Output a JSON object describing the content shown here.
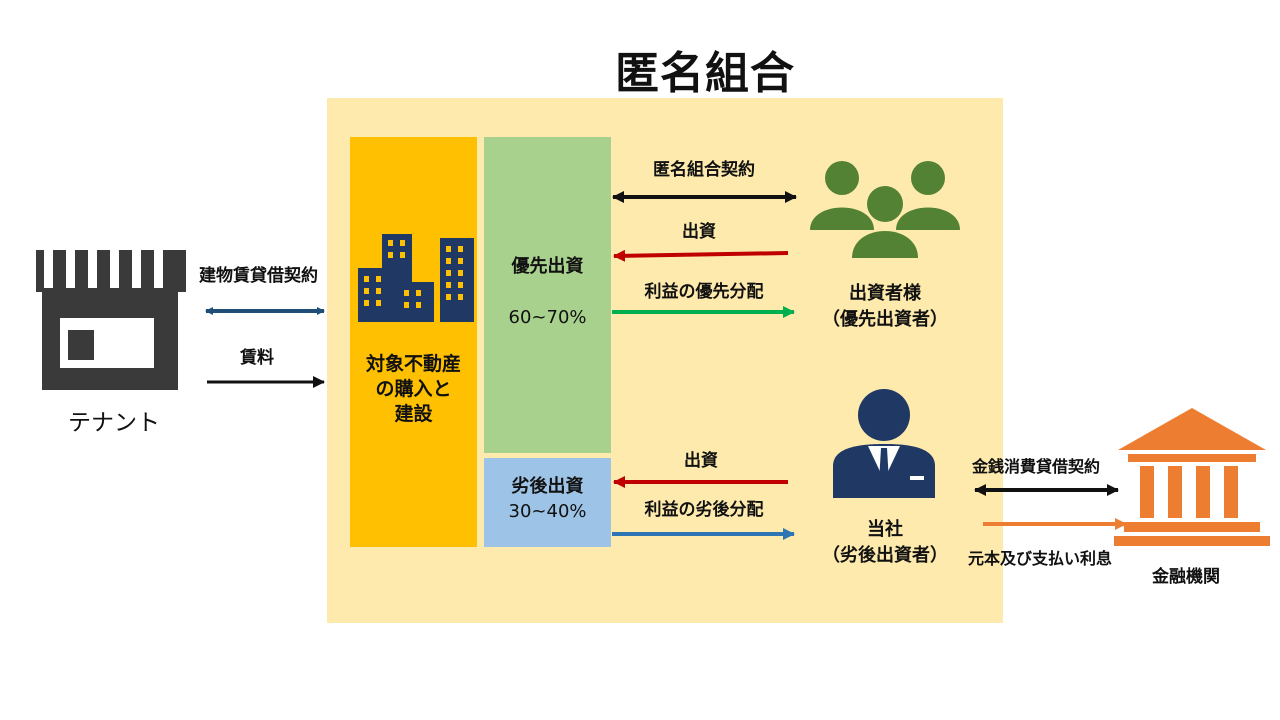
{
  "title": "匿名組合",
  "tenant": {
    "label": "テナント",
    "lease_contract_label": "建物賃貸借契約",
    "rent_label": "賃料"
  },
  "property": {
    "label_line1": "対象不動産",
    "label_line2": "の購入と",
    "label_line3": "建設"
  },
  "senior": {
    "label": "優先出資",
    "ratio": "60~70%"
  },
  "junior": {
    "label": "劣後出資",
    "ratio": "30~40%"
  },
  "investors": {
    "contract_label": "匿名組合契約",
    "investment_label": "出資",
    "distribution_label": "利益の優先分配",
    "name_line1": "出資者様",
    "name_line2": "（優先出資者）"
  },
  "company": {
    "investment_label": "出資",
    "distribution_label": "利益の劣後分配",
    "name_line1": "当社",
    "name_line2": "（劣後出資者）"
  },
  "bank": {
    "loan_contract_label": "金銭消費貸借契約",
    "repayment_label": "元本及び支払い利息",
    "name": "金融機関"
  },
  "colors": {
    "scheme_background": "#fdeaac",
    "property_block": "#fec000",
    "senior_block": "#a9d18e",
    "junior_block": "#9dc3e6",
    "icon_navy": "#1f3864",
    "people_green": "#548235",
    "bank_orange": "#ed7d31",
    "arrow_blue": "#1f4e79",
    "arrow_red": "#c00000",
    "arrow_green": "#00b050",
    "arrow_steel": "#2e75b6",
    "shop_gray": "#3a3a3a"
  }
}
